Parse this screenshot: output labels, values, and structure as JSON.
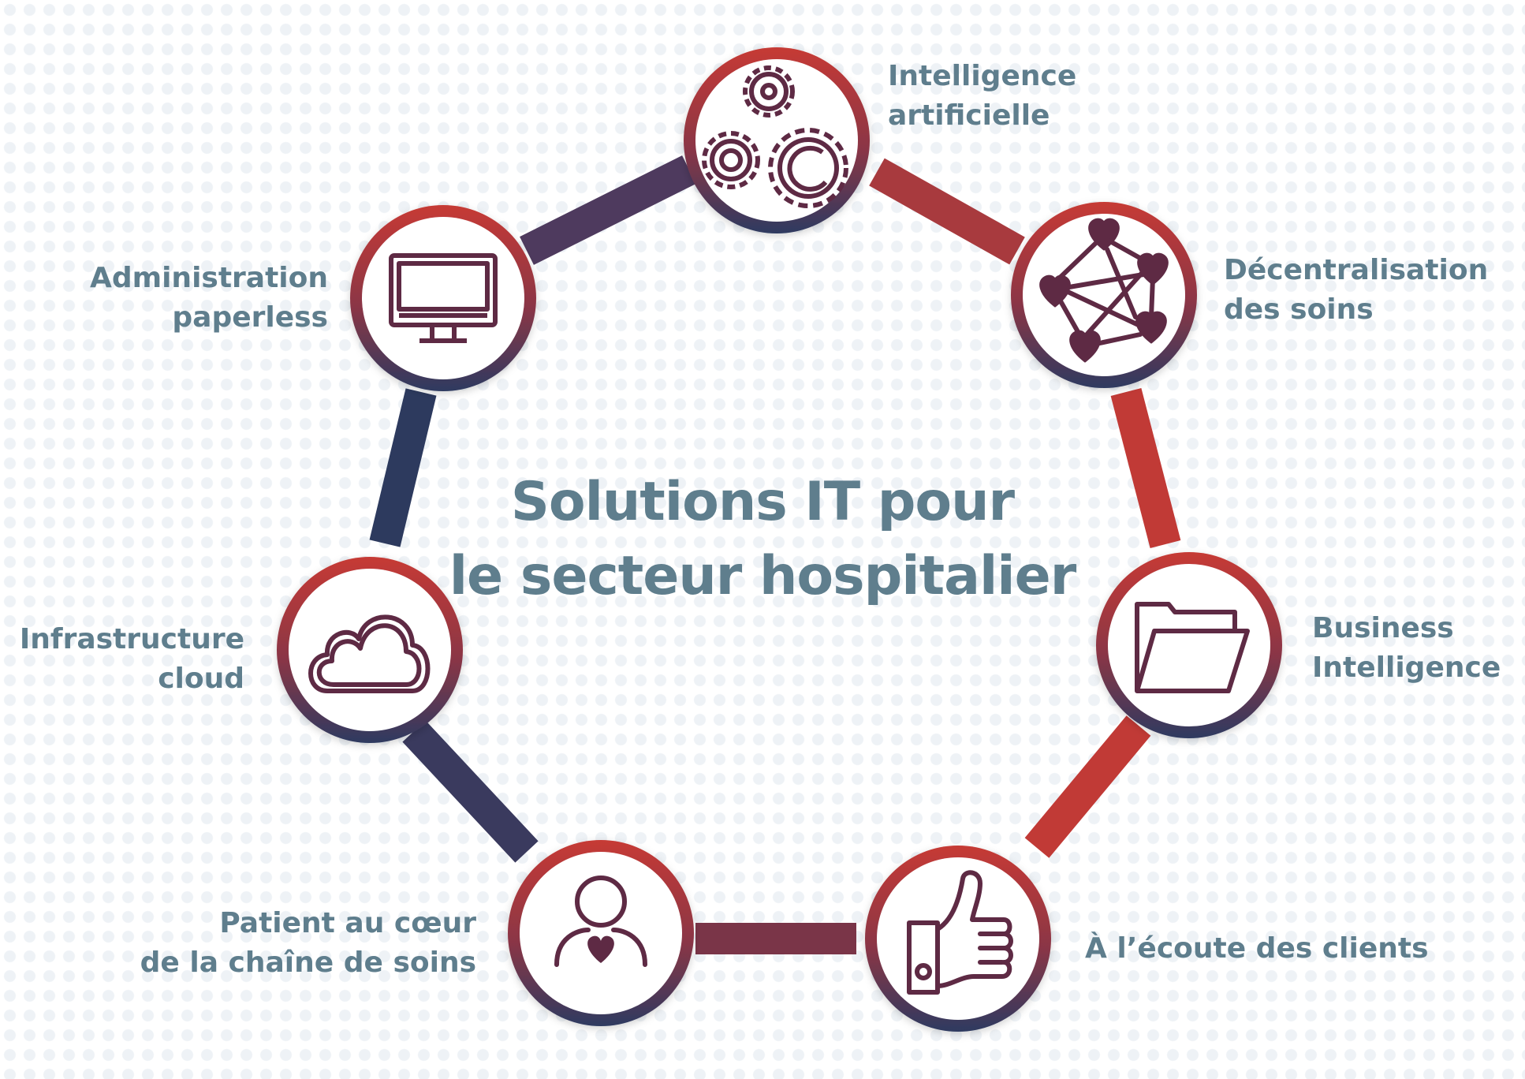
{
  "title": {
    "line1": "Solutions IT pour",
    "line2": "le secteur hospitalier"
  },
  "nodes": [
    {
      "id": "ai",
      "icon": "gears-icon",
      "label_lines": [
        "Intelligence",
        "artificielle"
      ]
    },
    {
      "id": "decentral",
      "icon": "heart-network-icon",
      "label_lines": [
        "Décentralisation",
        "des soins"
      ]
    },
    {
      "id": "bi",
      "icon": "folder-icon",
      "label_lines": [
        "Business",
        "Intelligence"
      ]
    },
    {
      "id": "listen",
      "icon": "thumbs-up-icon",
      "label_lines": [
        "À l’écoute des clients"
      ]
    },
    {
      "id": "patient",
      "icon": "person-heart-icon",
      "label_lines": [
        "Patient au cœur",
        "de la chaîne de soins"
      ]
    },
    {
      "id": "cloud",
      "icon": "cloud-icon",
      "label_lines": [
        "Infrastructure",
        "cloud"
      ]
    },
    {
      "id": "paperless",
      "icon": "monitor-icon",
      "label_lines": [
        "Administration",
        "paperless"
      ]
    }
  ],
  "colors": {
    "red": "#c63a35",
    "navy": "#2a3a5e",
    "purple": "#5a3a5a",
    "icon": "#5e2a44",
    "text": "#5f7e8d"
  }
}
